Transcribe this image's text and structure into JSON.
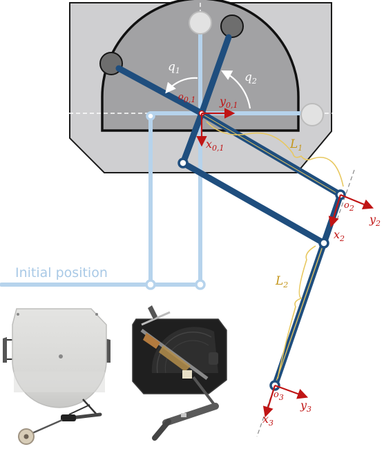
{
  "labels": {
    "initial_position": "Initial position",
    "q1": {
      "base": "q",
      "sub": "1"
    },
    "q2": {
      "base": "q",
      "sub": "2"
    },
    "o01": {
      "base": "o",
      "sub": "0,1"
    },
    "y01": {
      "base": "y",
      "sub": "0,1"
    },
    "x01": {
      "base": "x",
      "sub": "0,1"
    },
    "L1": {
      "base": "L",
      "sub": "1"
    },
    "L2": {
      "base": "L",
      "sub": "2"
    },
    "o2": {
      "base": "o",
      "sub": "2"
    },
    "y2": {
      "base": "y",
      "sub": "2"
    },
    "x2": {
      "base": "x",
      "sub": "2"
    },
    "o3": {
      "base": "o",
      "sub": "3"
    },
    "y3": {
      "base": "y",
      "sub": "3"
    },
    "x3": {
      "base": "x",
      "sub": "3"
    }
  },
  "colors": {
    "link": "#1f4e7e",
    "initial": "#b6d3ec",
    "frame_axes": "#c01515",
    "length_brace": "#e8c860",
    "housing": "#cfcfd1",
    "semicircle": "#a2a2a4"
  }
}
